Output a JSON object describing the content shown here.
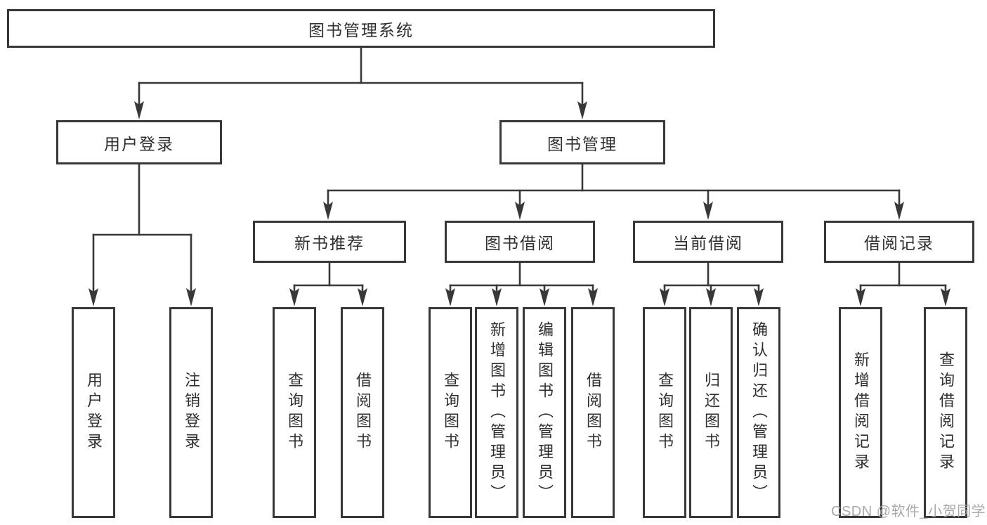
{
  "colors": {
    "line": "#383838",
    "box_border": "#383838",
    "text": "#2f2f2f",
    "watermark": "#a4a4a4",
    "background": "#ffffff"
  },
  "nodes": {
    "root": {
      "label": "图书管理系统"
    },
    "user_login": {
      "label": "用户登录"
    },
    "book_mgmt": {
      "label": "图书管理"
    },
    "new_book_rec": {
      "label": "新书推荐"
    },
    "book_borrow": {
      "label": "图书借阅"
    },
    "current_borrow": {
      "label": "当前借阅"
    },
    "borrow_records": {
      "label": "借阅记录"
    },
    "leaves": {
      "user_login": {
        "label": "用户登录"
      },
      "logout": {
        "label": "注销登录"
      },
      "rec_query_book": {
        "label": "查询图书"
      },
      "rec_borrow_book": {
        "label": "借阅图书"
      },
      "bb_query_book": {
        "label": "查询图书"
      },
      "bb_add_book": {
        "label": "新增图书（管理员）"
      },
      "bb_edit_book": {
        "label": "编辑图书（管理员）"
      },
      "bb_borrow_book": {
        "label": "借阅图书"
      },
      "cb_query_book": {
        "label": "查询图书"
      },
      "cb_return_book": {
        "label": "归还图书"
      },
      "cb_confirm_return": {
        "label": "确认归还（管理员）"
      },
      "br_add_record": {
        "label": "新增借阅记录"
      },
      "br_query_record": {
        "label": "查询借阅记录"
      }
    }
  },
  "watermark": {
    "text": "CSDN @软件_小贺同学"
  }
}
